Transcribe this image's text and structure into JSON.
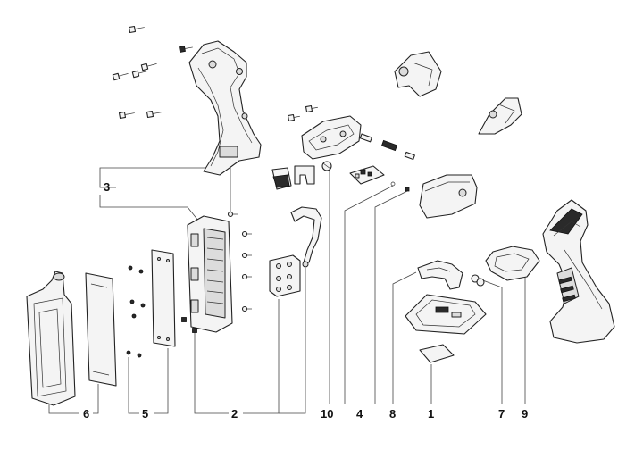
{
  "diagram": {
    "type": "exploded-parts-view",
    "callouts": [
      {
        "id": "c3",
        "label": "3"
      },
      {
        "id": "c6",
        "label": "6"
      },
      {
        "id": "c5",
        "label": "5"
      },
      {
        "id": "c2",
        "label": "2"
      },
      {
        "id": "c10",
        "label": "10"
      },
      {
        "id": "c4",
        "label": "4"
      },
      {
        "id": "c8",
        "label": "8"
      },
      {
        "id": "c1",
        "label": "1"
      },
      {
        "id": "c7",
        "label": "7"
      },
      {
        "id": "c9",
        "label": "9"
      }
    ],
    "line_color": "#444444",
    "part_fill": "#f4f4f4",
    "stroke_color": "#222222"
  }
}
